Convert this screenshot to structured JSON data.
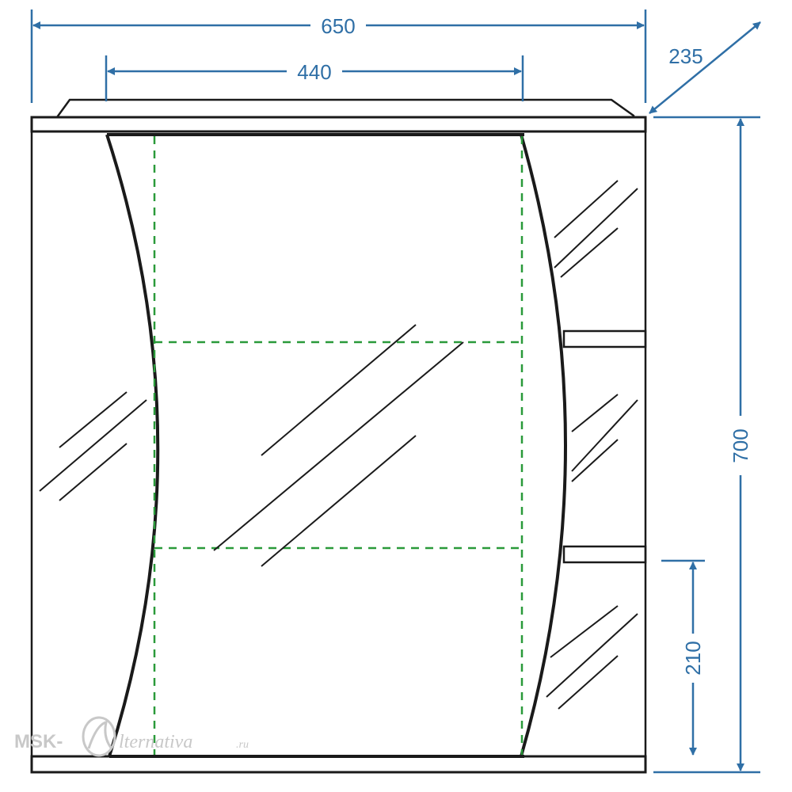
{
  "dimensions": {
    "total_width": "650",
    "inner_width": "440",
    "depth": "235",
    "height": "700",
    "shelf_height": "210"
  },
  "watermark": {
    "brand_left": "MSK-",
    "brand_right": "lternativa",
    "domain_suffix": ".ru"
  },
  "colors": {
    "dimension": "#2f6fa6",
    "outline": "#1a1a1a",
    "hidden_line": "#2a9a3a",
    "watermark": "#c8c8c8"
  }
}
